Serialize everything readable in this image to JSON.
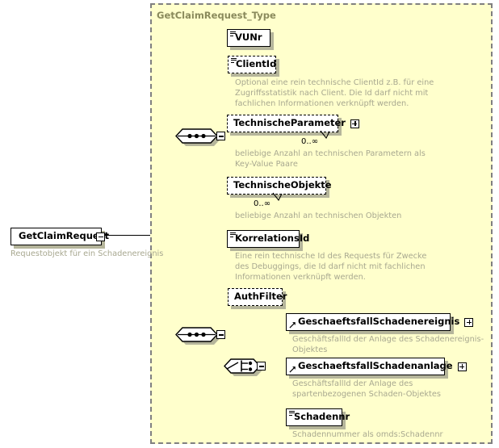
{
  "diagram": {
    "kind": "xsd-schema-diagram",
    "colors": {
      "panel_fill": "#ffffcc",
      "panel_border": "#808080",
      "panel_title": "#8a8a5c",
      "doc_text": "#a8a890",
      "box_border": "#000000",
      "box_fill": "#ffffff",
      "shadow": "#b5b59b"
    },
    "root": {
      "name": "GetClaimRequest",
      "documentation": "Requestobjekt für ein Schadenereignis",
      "expander": "minus"
    },
    "complex_type": {
      "title": "GetClaimRequest_Type"
    },
    "compositors": [
      {
        "id": "seq-top",
        "type": "sequence",
        "expander": "minus"
      },
      {
        "id": "seq-bottom",
        "type": "sequence",
        "expander": "minus"
      },
      {
        "id": "choice",
        "type": "choice",
        "expander": "minus"
      }
    ],
    "nodes": [
      {
        "id": "vunr",
        "label": "VUNr",
        "optional": false,
        "marker": "sequence",
        "expander": "none",
        "occurrence": "",
        "documentation": ""
      },
      {
        "id": "clientid",
        "label": "ClientId",
        "optional": true,
        "marker": "sequence",
        "expander": "none",
        "occurrence": "",
        "documentation": "Optional eine rein technische ClientId z.B. für eine Zugriffsstatistik nach Client. Die Id darf nicht mit fachlichen Informationen verknüpft werden."
      },
      {
        "id": "technischeparameter",
        "label": "TechnischeParameter",
        "optional": true,
        "marker": "none",
        "expander": "plus",
        "occurrence": "0..∞",
        "documentation": "beliebige Anzahl an technischen Parametern als Key-Value Paare"
      },
      {
        "id": "technischeobjekte",
        "label": "TechnischeObjekte",
        "optional": true,
        "marker": "none",
        "expander": "none",
        "occurrence": "0..∞",
        "documentation": "beliebige Anzahl an technischen Objekten"
      },
      {
        "id": "korrelationsid",
        "label": "KorrelationsId",
        "optional": false,
        "marker": "sequence",
        "expander": "none",
        "occurrence": "",
        "documentation": "Eine rein technische Id des Requests für Zwecke des Debuggings, die Id darf nicht mit fachlichen Informationen verknüpft werden."
      },
      {
        "id": "authfilter",
        "label": "AuthFilter",
        "optional": true,
        "marker": "none",
        "expander": "none",
        "occurrence": "",
        "documentation": ""
      },
      {
        "id": "geschaeftsfallschadenereignis",
        "label": "GeschaeftsfallSchadenereignis",
        "optional": false,
        "marker": "reference",
        "expander": "plus",
        "occurrence": "",
        "documentation": "GeschäftsfallId der Anlage des Schadenereignis-Objektes"
      },
      {
        "id": "geschaeftsfallschadenanlage",
        "label": "GeschaeftsfallSchadenanlage",
        "optional": false,
        "marker": "reference",
        "expander": "plus",
        "occurrence": "",
        "documentation": "GeschäftsfallId der Anlage des spartenbezogenen Schaden-Objektes"
      },
      {
        "id": "schadennr",
        "label": "Schadennr",
        "optional": false,
        "marker": "sequence",
        "expander": "none",
        "occurrence": "",
        "documentation": "Schadennummer als omds:Schadennr"
      }
    ]
  }
}
